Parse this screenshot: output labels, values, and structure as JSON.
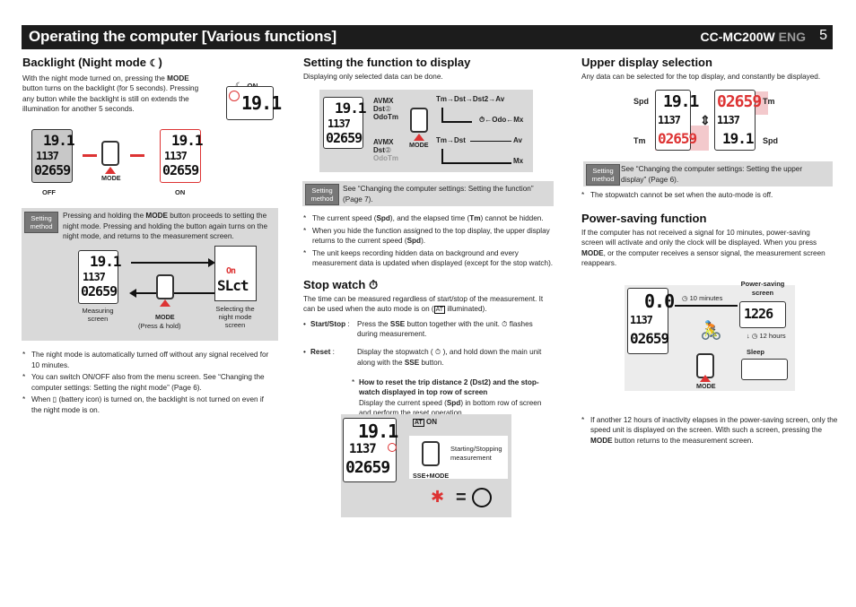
{
  "header": {
    "title": "Operating the computer [Various functions]",
    "model": "CC-MC200W",
    "lang": "ENG",
    "page": "5"
  },
  "backlight": {
    "heading": "Backlight (Night mode",
    "heading_end": ")",
    "body_1": "With the night mode turned on, pressing the ",
    "body_mode": "MODE",
    "body_2": " button turns on the backlight (for 5 seconds). Pressing any button while the backlight is still on extends the illumination for another 5 seconds.",
    "on_label": "ON",
    "off_label": "OFF",
    "on_label2": "ON",
    "mode_label": "MODE",
    "setting_badge": "Setting method",
    "setting_1": "Pressing and holding the ",
    "setting_mode": "MODE",
    "setting_2": " button proceeds to setting the night mode. Pressing and holding the button again turns on the night mode, and returns to the measurement screen.",
    "measuring_screen": "Measuring screen",
    "mode_label2": "MODE",
    "press_hold": "(Press & hold)",
    "selecting": "Selecting the night mode screen",
    "lcd_on": "On",
    "lcd_slct": "SLct",
    "notes": [
      "The night mode is automatically turned off without any signal received for 10 minutes.",
      "You can switch ON/OFF also from the menu screen. See “Changing the computer settings: Setting the night mode” (Page 6).",
      "When"
    ],
    "note3_rest": " (battery icon) is turned on, the backlight is not turned on even if the night mode is on."
  },
  "setfunc": {
    "heading": "Setting the function to display",
    "intro": "Displaying only selected data can be done.",
    "avmx1": "AVMX",
    "dst2_1": "Dst",
    "odotm1": "OdoTm",
    "avmx2": "AVMX",
    "dst2_2": "Dst",
    "odotm2": "OdoTm",
    "mode_label": "MODE",
    "flow1_tm": "Tm",
    "flow1_dst": "Dst",
    "flow1_dst2": "Dst2",
    "flow1_av": "Av",
    "flow1_odo": "Odo",
    "flow1_mx": "Mx",
    "flow2_tm": "Tm",
    "flow2_dst": "Dst",
    "flow2_av": "Av",
    "flow2_mx": "Mx",
    "setting_badge": "Setting method",
    "setting_text": "See “Changing the computer settings: Setting the function” (Page 7).",
    "notes": [
      [
        "The current speed (",
        "Spd",
        "), and the elapsed time (",
        "Tm",
        ") cannot be hidden."
      ],
      [
        "When you hide the function assigned to the top display, the upper display returns to the current speed (",
        "Spd",
        ")."
      ],
      [
        "The unit keeps recording hidden data on background and every measurement data is updated when displayed (except for the stop watch).",
        "",
        "",
        "",
        ""
      ]
    ]
  },
  "stopwatch": {
    "heading": "Stop watch",
    "body_1": "The time can be measured regardless of start/stop of the measurement. It can be used when the auto mode is on (",
    "at": "AT",
    "body_2": " illuminated).",
    "ss_label": "Start/Stop",
    "ss_colon": " :",
    "ss_text_1": "Press the ",
    "ss_sse": "SSE",
    "ss_text_2": " button together with the unit. ",
    "ss_text_3": " flashes during measurement.",
    "reset_label": "Reset",
    "reset_colon": " :",
    "reset_text_1": "Display the stopwatch ( ",
    "reset_text_2": " ), and hold down the main unit along with the ",
    "reset_sse": "SSE",
    "reset_text_3": " button.",
    "howto_heading": "How to reset the trip distance 2 (Dst2) and the stop-watch displayed in top row of screen",
    "howto_1": "Display the current speed (",
    "howto_spd": "Spd",
    "howto_2": ") in bottom row of screen and perform the reset operation.",
    "at_on": "ON",
    "at2": "AT",
    "starting": "Starting/Stopping measurement",
    "sse_mode": "SSE+MODE"
  },
  "upper": {
    "heading": "Upper display selection",
    "intro": "Any data can be selected for the top display, and constantly be displayed.",
    "spd": "Spd",
    "tm": "Tm",
    "tm2": "Tm",
    "spd2": "Spd",
    "setting_badge": "Setting method",
    "setting_text": "See “Changing the computer settings: Setting the upper display” (Page 6).",
    "note": "The stopwatch cannot be set when the auto-mode is off."
  },
  "power": {
    "heading": "Power-saving function",
    "body_1": "If the computer has not received a signal for 10 minutes, power-saving screen will activate and only the clock will be displayed. When you press ",
    "body_mode": "MODE",
    "body_2": ", or the computer receives a sensor signal, the measurement screen reappears.",
    "ps_screen": "Power-saving screen",
    "ten_min": "10 minutes",
    "twelve_hours": "12 hours",
    "sleep": "Sleep",
    "mode_label": "MODE",
    "clock": "1226",
    "note_1": "If another 12 hours of inactivity elapses in the power-saving screen, only the speed unit is displayed on the screen. With such a screen, pressing the ",
    "note_mode": "MODE",
    "note_2": " button returns to the measurement screen."
  },
  "lcd": {
    "speed": "19.1",
    "odo": "1137",
    "clock": "02659",
    "spd_zero": "0.0"
  },
  "colors": {
    "accent_red": "#d33333",
    "header_bg": "#1c1c1c",
    "gray_box": "#d9d9d9",
    "pink": "#f3c9cc"
  }
}
